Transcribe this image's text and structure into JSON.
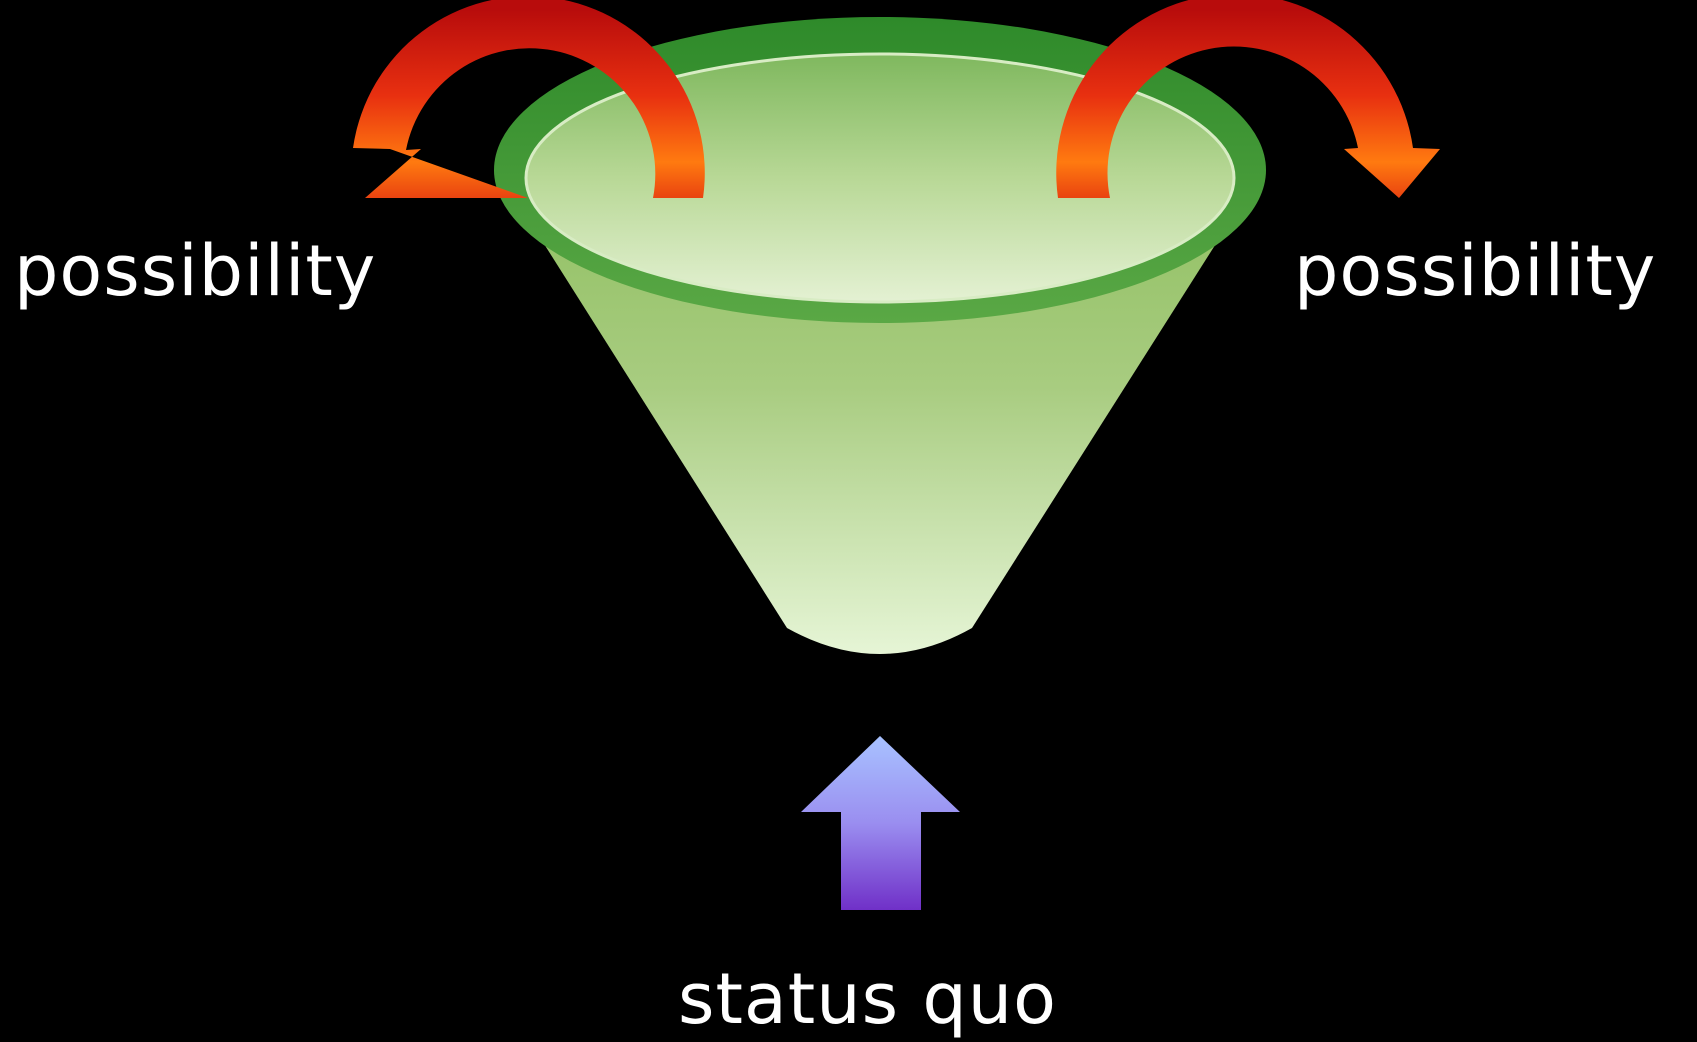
{
  "labels": {
    "left": "possibility",
    "right": "possibility",
    "bottom": "status quo"
  },
  "icons": {
    "funnel": "funnel-icon",
    "left_arrow": "curved-arrow-left-icon",
    "right_arrow": "curved-arrow-right-icon",
    "up_arrow": "arrow-up-icon"
  },
  "colors": {
    "background": "#000000",
    "funnel_dark": "#2e8a2a",
    "funnel_light": "#e6f5d6",
    "curved_arrow_top": "#c81010",
    "curved_arrow_bottom": "#ff7a10",
    "up_arrow_top": "#a8bfff",
    "up_arrow_bottom": "#7a3ccf",
    "text": "#ffffff"
  }
}
